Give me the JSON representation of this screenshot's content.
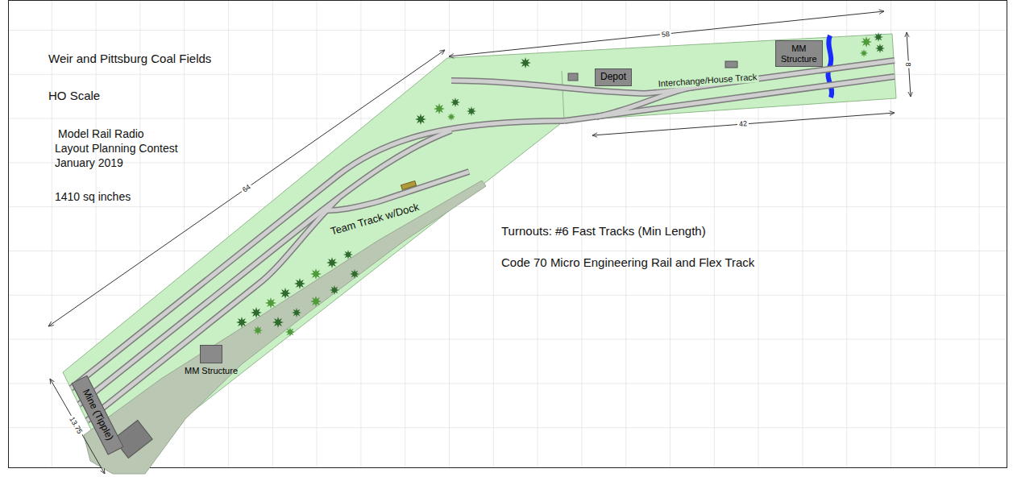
{
  "diagram": {
    "title": "Weir and Pittsburg Coal Fields",
    "nodes": [
      {
        "text": [
          "Depot"
        ]
      },
      {
        "text": [
          "MM Structure"
        ]
      },
      {
        "text": [
          "MM Structure"
        ]
      },
      {
        "text": [
          "Mine (Tipple)"
        ]
      }
    ],
    "labels": [
      "HO Scale",
      "Model Rail Radio",
      "Layout Planning Contest",
      "January 2019",
      "1410 sq inches",
      "58",
      "8",
      "64",
      "42",
      "13.75",
      "Interchange/House Track",
      "Team Track w/Dock",
      "Turnouts: #6 Fast Tracks (Min Length)",
      "Code 70 Micro Engineering Rail and Flex Track"
    ]
  }
}
